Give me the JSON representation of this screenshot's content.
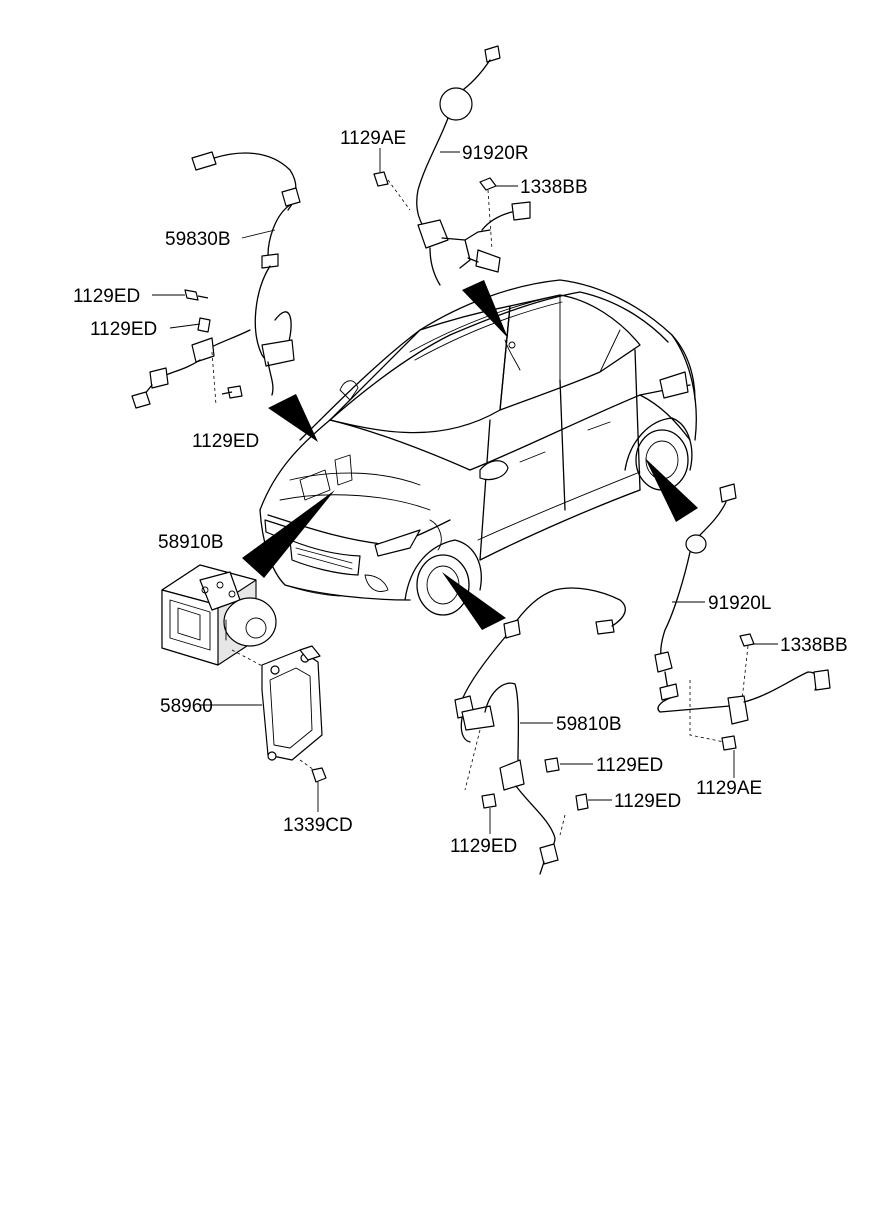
{
  "diagram": {
    "labels": {
      "p1129AE_top": "1129AE",
      "p91920R": "91920R",
      "p1338BB_top": "1338BB",
      "p59830B": "59830B",
      "p1129ED_a": "1129ED",
      "p1129ED_b": "1129ED",
      "p1129ED_c": "1129ED",
      "p58910B": "58910B",
      "p91920L": "91920L",
      "p1338BB_right": "1338BB",
      "p58960": "58960",
      "p59810B": "59810B",
      "p1129ED_d": "1129ED",
      "p1129ED_e": "1129ED",
      "p1129AE_right": "1129AE",
      "p1339CD": "1339CD",
      "p1129ED_f": "1129ED"
    }
  }
}
